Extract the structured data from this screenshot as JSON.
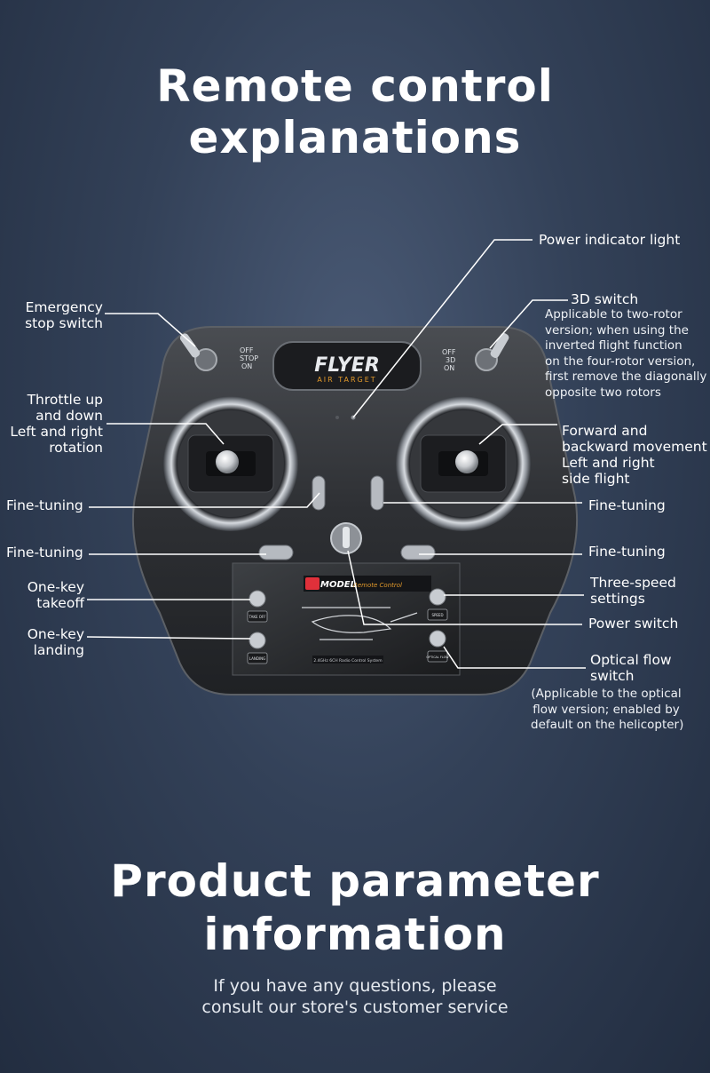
{
  "header": {
    "title": "Remote control explanations"
  },
  "remote": {
    "brand": "FLYER",
    "brand_sub": "AIR TARGET",
    "left_switch_positions": [
      "OFF",
      "STOP",
      "ON"
    ],
    "right_switch_positions": [
      "OFF",
      "3D",
      "ON"
    ],
    "screen_brand": "MODEL",
    "screen_subtitle": "Remote Control",
    "screen_footer": "2.4GHz 6CH Radio Control System",
    "button_labels": [
      "TAKE OFF",
      "LANDING",
      "SPEED",
      "OPTICAL FLOW"
    ]
  },
  "labels": {
    "power_indicator": "Power indicator light",
    "emergency_stop": [
      "Emergency",
      "stop switch"
    ],
    "switch_3d": "3D switch",
    "switch_3d_note": [
      "Applicable to two-rotor",
      "version; when using the",
      "inverted flight function",
      "on the four-rotor version,",
      "first remove the diagonally",
      "opposite two rotors"
    ],
    "throttle": [
      "Throttle up",
      "and down",
      "Left and right",
      "rotation"
    ],
    "forward": [
      "Forward and",
      "backward movement",
      "Left and right",
      "side flight"
    ],
    "fine_tuning_left_1": "Fine-tuning",
    "fine_tuning_right_1": "Fine-tuning",
    "fine_tuning_left_2": "Fine-tuning",
    "fine_tuning_right_2": "Fine-tuning",
    "takeoff": [
      "One-key",
      "takeoff"
    ],
    "landing": [
      "One-key",
      "landing"
    ],
    "three_speed": [
      "Three-speed",
      "settings"
    ],
    "power_switch": "Power switch",
    "optical_flow": [
      "Optical flow",
      "switch"
    ],
    "optical_flow_note": [
      "(Applicable to the optical",
      "flow version; enabled by",
      "default on the helicopter)"
    ]
  },
  "footer": {
    "title_lines": [
      "Product parameter",
      "information"
    ],
    "subtitle_lines": [
      "If you have any questions, please",
      "consult our store's customer service"
    ]
  }
}
